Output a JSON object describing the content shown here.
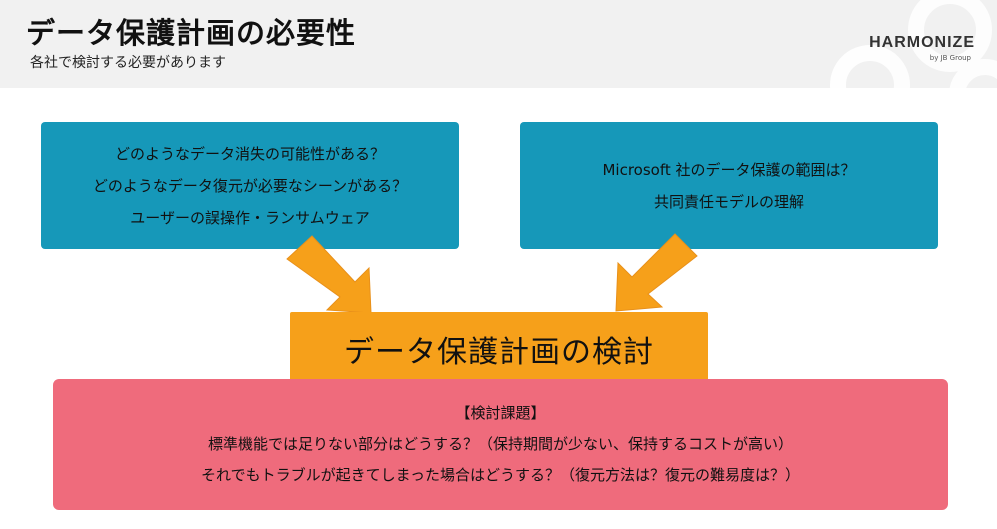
{
  "header": {
    "title": "データ保護計画の必要性",
    "subtitle": "各社で検討する必要があります",
    "logo": "HARMONIZE",
    "logo_sub": "by JB Group"
  },
  "left_box": {
    "lines": [
      "どのようなデータ消失の可能性がある？",
      "どのようなデータ復元が必要なシーンがある？",
      "ユーザーの誤操作・ランサムウェア"
    ]
  },
  "right_box": {
    "lines": [
      "Microsoft 社のデータ保護の範囲は？",
      "共同責任モデルの理解"
    ]
  },
  "center_box": {
    "title": "データ保護計画の検討"
  },
  "bottom_box": {
    "heading": "【検討課題】",
    "lines": [
      "標準機能では足りない部分はどうする？（保持期間が少ない、保持するコストが高い）",
      "それでもトラブルが起きてしまった場合はどうする？（復元方法は？復元の難易度は？）"
    ]
  },
  "colors": {
    "blue_box": "#1698b9",
    "orange_box": "#f6a01a",
    "pink_box": "#ef6b7c",
    "arrow": "#f6a01a"
  }
}
